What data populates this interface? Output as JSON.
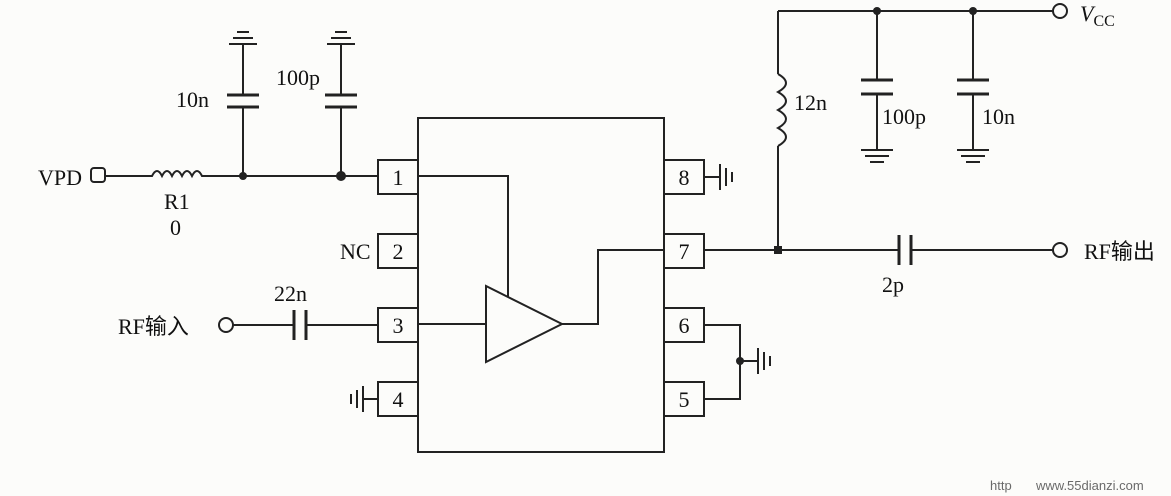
{
  "labels": {
    "vpd": "VPD",
    "r1": "R1",
    "r1_value": "0",
    "c1": "10n",
    "c2": "100p",
    "nc": "NC",
    "c_in": "22n",
    "rf_in": "RF输入",
    "vcc_v": "V",
    "vcc_sub": "CC",
    "l1": "12n",
    "c3": "100p",
    "c4": "10n",
    "c_out": "2p",
    "rf_out": "RF输出"
  },
  "pins": {
    "p1": "1",
    "p2": "2",
    "p3": "3",
    "p4": "4",
    "p5": "5",
    "p6": "6",
    "p7": "7",
    "p8": "8"
  },
  "watermark": {
    "left": "http",
    "right": "www.55dianzi.com"
  }
}
